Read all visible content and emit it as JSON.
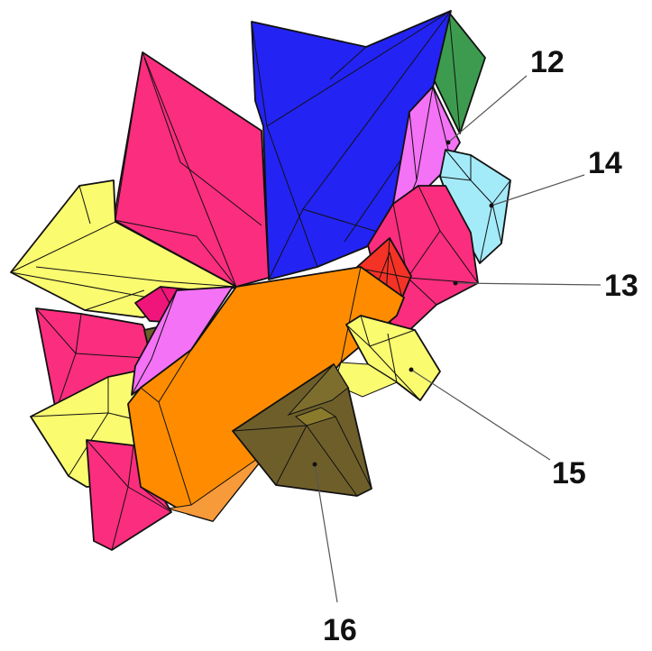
{
  "diagram": {
    "colors": {
      "magenta": "#fb2d7e",
      "blue": "#2323f3",
      "green": "#3d9b4f",
      "violet": "#f472f5",
      "light_blue": "#a4ebfa",
      "red": "#f53226",
      "yellow": "#fbfb70",
      "orange": "#ff8c00",
      "olive": "#6e5f2a"
    },
    "callouts": [
      {
        "id": "12",
        "label": "12",
        "target_color": "violet"
      },
      {
        "id": "13",
        "label": "13",
        "target_color": "magenta"
      },
      {
        "id": "14",
        "label": "14",
        "target_color": "light_blue"
      },
      {
        "id": "15",
        "label": "15",
        "target_color": "yellow"
      },
      {
        "id": "16",
        "label": "16",
        "target_color": "olive"
      }
    ]
  }
}
